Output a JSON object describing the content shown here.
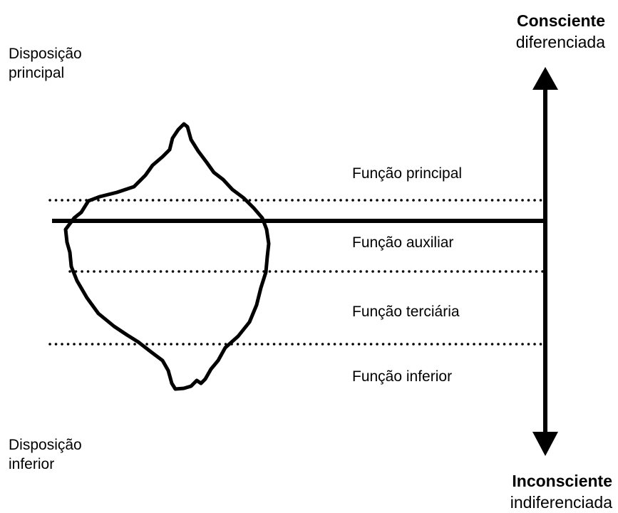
{
  "disposition": {
    "top": {
      "line1": "Disposição",
      "line2": "principal"
    },
    "bottom": {
      "line1": "Disposição",
      "line2": "inferior"
    }
  },
  "conscious": {
    "title": "Consciente",
    "subtitle": "diferenciada"
  },
  "unconscious": {
    "title": "Inconsciente",
    "subtitle": "indiferenciada"
  },
  "functions": {
    "principal": "Função principal",
    "auxiliar": "Função auxiliar",
    "terciaria": "Função terciária",
    "inferior": "Função inferior"
  }
}
